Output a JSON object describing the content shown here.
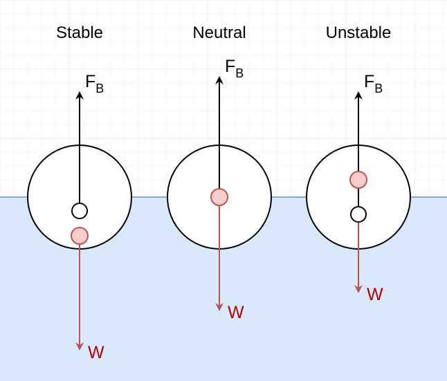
{
  "colors": {
    "grid_line": "#ececec",
    "water_fill": "#dae8fc",
    "water_line": "#6c8ebf",
    "outline": "#000000",
    "weight_arrow": "#b85450",
    "weight_label": "#b00000",
    "cg_fill": "#f8cecc",
    "cb_fill": "#ffffff"
  },
  "labels": {
    "buoyancy_force": "F",
    "buoyancy_subscript": "B",
    "weight_force": "W"
  },
  "cases": [
    {
      "id": "stable",
      "title": "Stable"
    },
    {
      "id": "neutral",
      "title": "Neutral"
    },
    {
      "id": "unstable",
      "title": "Unstable"
    }
  ]
}
